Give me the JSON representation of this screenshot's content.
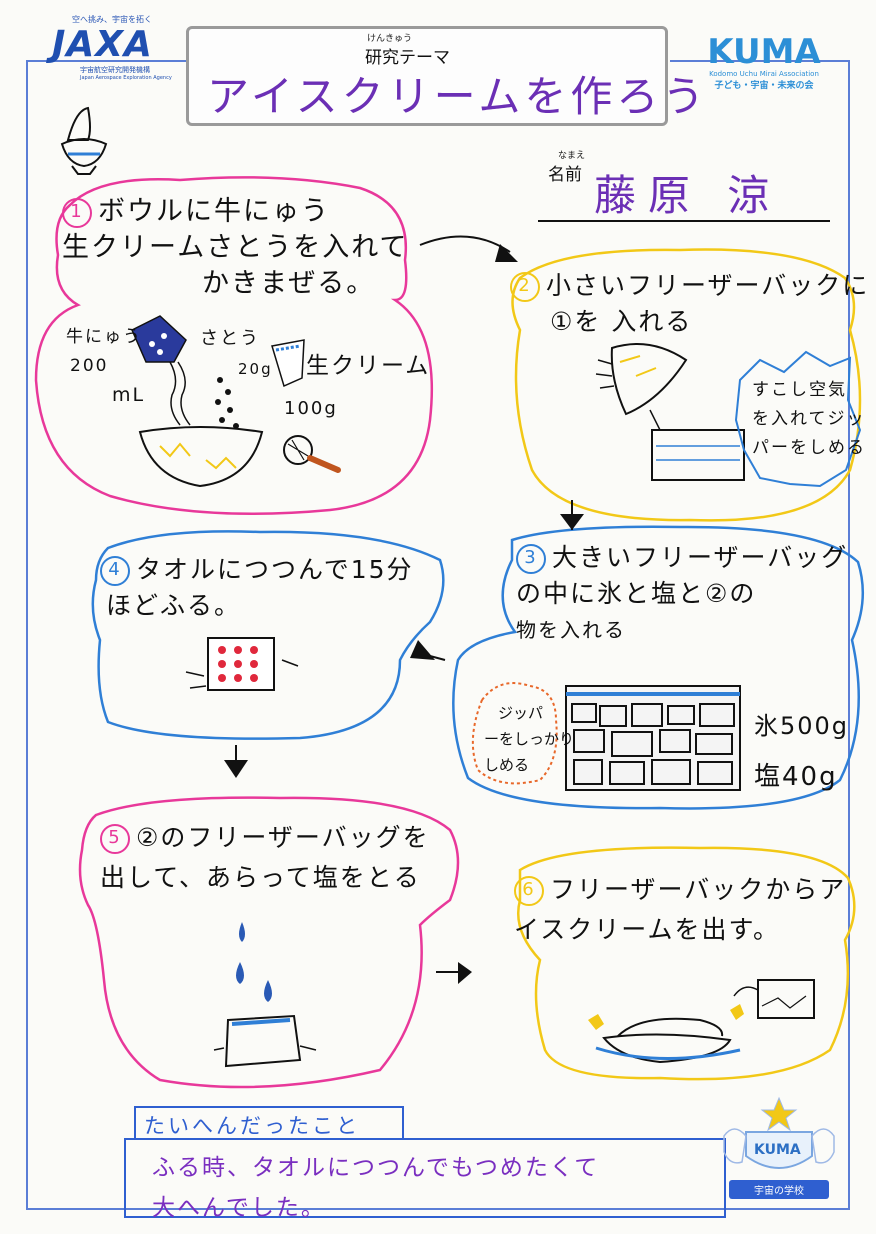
{
  "header": {
    "jaxa_tagline": "空へ挑み、宇宙を拓く",
    "jaxa_logo": "JAXA",
    "jaxa_org": "宇宙航空研究開発機構",
    "jaxa_org_en": "Japan Aerospace Exploration Agency",
    "theme_reading": "けんきゅう",
    "theme_label": "研究テーマ",
    "theme_title": "アイスクリームを作ろう",
    "kuma_logo": "KUMA",
    "kuma_en": "Kodomo Uchu Mirai Association",
    "kuma_jp": "子ども・宇宙・未来の会"
  },
  "name_block": {
    "reading": "なまえ",
    "label": "名前",
    "value": "藤原 涼"
  },
  "steps": [
    {
      "num": "1",
      "text_lines": [
        "ボウルに牛にゅう",
        "生クリームさとうを入れて",
        "かきまぜる。"
      ]
    },
    {
      "num": "2",
      "text_lines": [
        "小さいフリーザーバックに",
        "①を 入れる"
      ]
    },
    {
      "num": "3",
      "text_lines": [
        "大きいフリーザーバッグ",
        "の中に氷と塩と②の",
        "物を入れる"
      ]
    },
    {
      "num": "4",
      "text_lines": [
        "タオルにつつんで15分",
        "ほどふる。"
      ]
    },
    {
      "num": "5",
      "text_lines": [
        "②のフリーザーバッグを",
        "出して、あらって塩をとる"
      ]
    },
    {
      "num": "6",
      "text_lines": [
        "フリーザーバックからア",
        "イスクリームを出す。"
      ]
    }
  ],
  "step1_labels": {
    "milk": "牛にゅう",
    "milk_amount": "200",
    "milk_unit": "mL",
    "sugar": "さとう",
    "sugar_amount": "20g",
    "cream": "生クリーム",
    "cream_amount": "100g"
  },
  "step2_note_lines": [
    "すこし空気",
    "を入れてジッ",
    "パーをしめる"
  ],
  "step3_note_lines": [
    "ジッパ",
    "ーをしっかり",
    "しめる"
  ],
  "step3_amounts": [
    "氷500g",
    "塩40g"
  ],
  "reflection": {
    "label": "たいへんだったこと",
    "lines": [
      "ふる時、タオルにつつんでもつめたくて",
      "大へんでした。"
    ]
  },
  "school_badge": {
    "logo": "KUMA",
    "caption": "宇宙の学校"
  },
  "colors": {
    "frame": "#5b7ed6",
    "pink": "#e8389a",
    "yellow": "#f2c817",
    "blue": "#2f7fd6",
    "purple": "#7a2fc0",
    "red": "#e0283c"
  }
}
